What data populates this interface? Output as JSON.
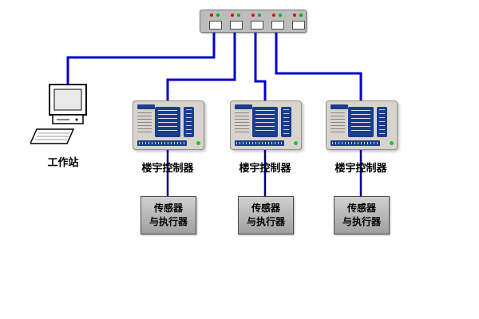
{
  "colors": {
    "link": "#0000cc",
    "drop": "#00008b",
    "led_red": "#e00000",
    "led_green": "#00b400",
    "controller_panel": "#1c3e8e",
    "switch_body": "#bdbdbd"
  },
  "switch": {
    "port_count": 5
  },
  "workstation": {
    "label": "工作站"
  },
  "controllers": [
    {
      "label": "楼宇控制器"
    },
    {
      "label": "楼宇控制器"
    },
    {
      "label": "楼宇控制器"
    }
  ],
  "sensors": [
    {
      "line1": "传感器",
      "line2": "与执行器"
    },
    {
      "line1": "传感器",
      "line2": "与执行器"
    },
    {
      "line1": "传感器",
      "line2": "与执行器"
    }
  ]
}
